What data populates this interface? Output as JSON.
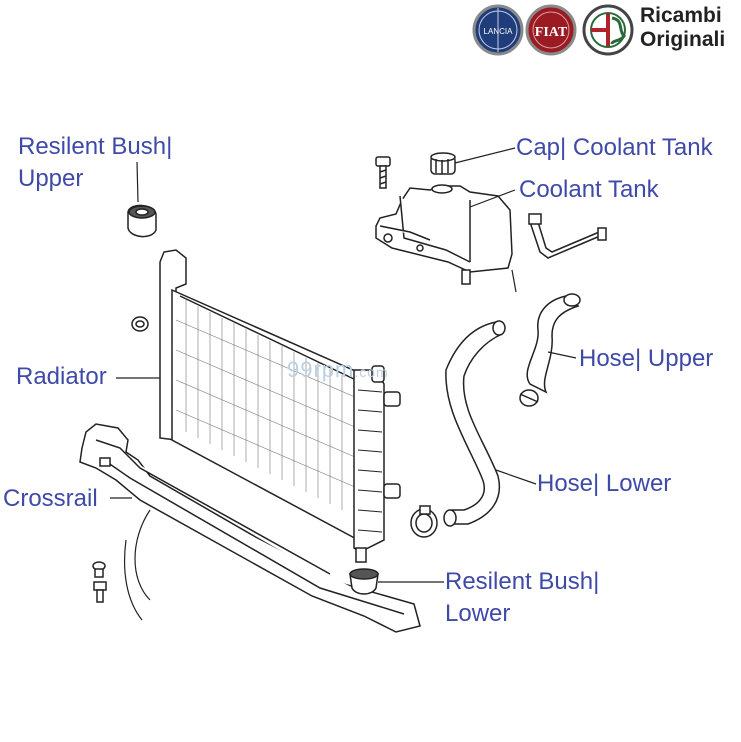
{
  "brand": {
    "logos": [
      "lancia-logo",
      "fiat-logo",
      "alfa-romeo-logo"
    ],
    "logo_texts": [
      "LANCIA",
      "FIAT"
    ],
    "line1": "Ricambi",
    "line2": "Originali"
  },
  "watermark": {
    "main": "99rpm",
    "suffix": ".com"
  },
  "labels": {
    "bush_upper_1": "Resilent Bush|",
    "bush_upper_2": "Upper",
    "cap": "Cap| Coolant Tank",
    "coolant_tank": "Coolant Tank",
    "radiator": "Radiator",
    "hose_upper": "Hose| Upper",
    "hose_lower": "Hose| Lower",
    "crossrail": "Crossrail",
    "bush_lower_1": "Resilent Bush|",
    "bush_lower_2": "Lower"
  },
  "colors": {
    "label": "#3f4aa8",
    "line": "#222222",
    "lancia": "#1f3d7a",
    "fiat": "#9b1b23",
    "alfa": "#2a6a3a"
  }
}
